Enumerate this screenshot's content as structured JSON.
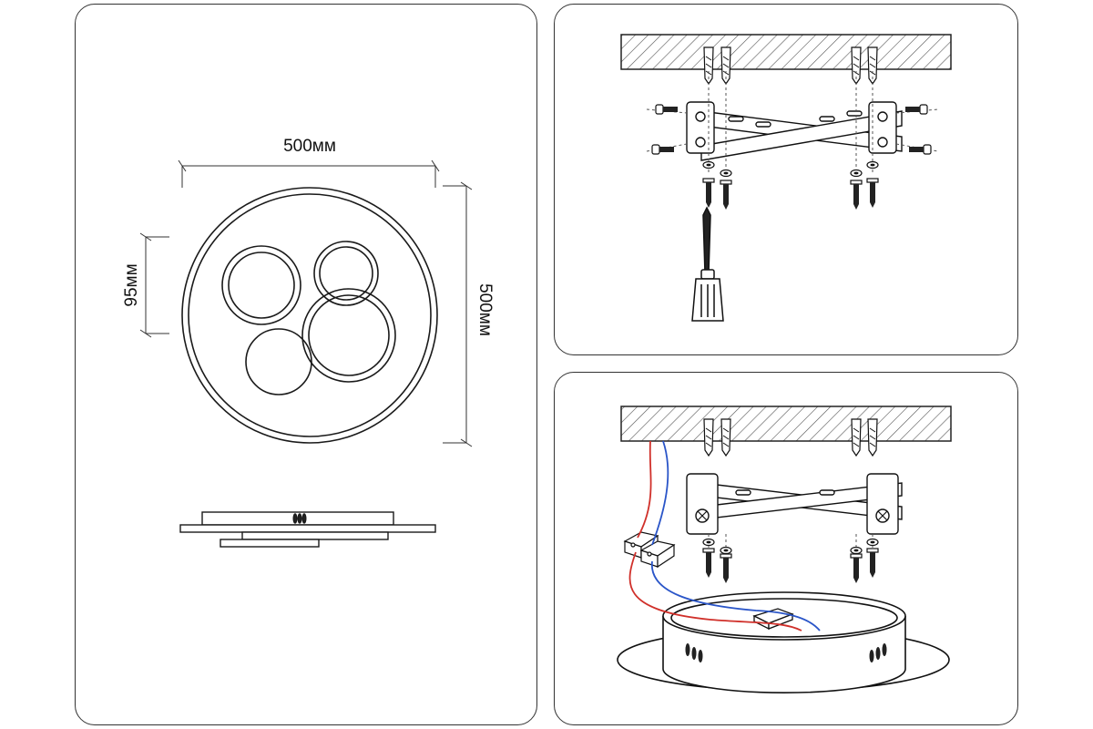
{
  "dimensions": {
    "width_label": "500мм",
    "height_label": "500мм",
    "ring_width_label": "95мм"
  },
  "colors": {
    "line": "#1a1a1a",
    "wire_live": "#d0302a",
    "wire_neutral": "#2a55c8",
    "hatch": "#555555"
  }
}
